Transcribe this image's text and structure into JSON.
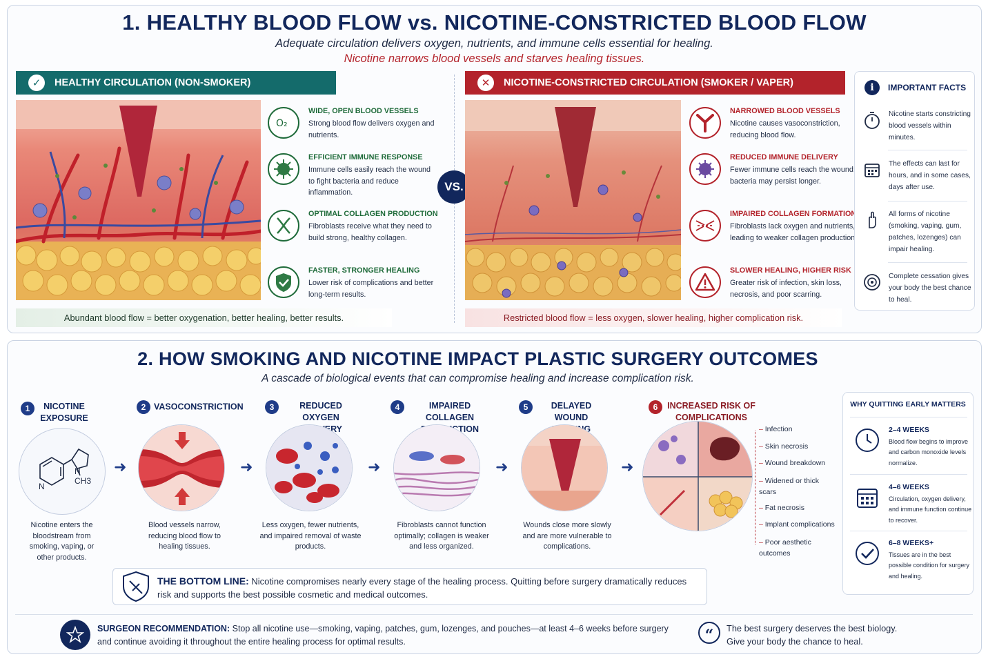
{
  "section1": {
    "title": "1. HEALTHY BLOOD FLOW vs. NICOTINE-CONSTRICTED BLOOD FLOW",
    "subtitle1": "Adequate circulation delivers oxygen, nutrients, and immune cells essential for healing.",
    "subtitle2": "Nicotine narrows blood vessels and starves healing tissues.",
    "vs": "VS.",
    "healthy": {
      "banner": "HEALTHY CIRCULATION (NON-SMOKER)",
      "features": [
        {
          "title": "WIDE, OPEN BLOOD VESSELS",
          "desc": "Strong blood flow delivers oxygen and nutrients."
        },
        {
          "title": "EFFICIENT IMMUNE RESPONSE",
          "desc": "Immune cells easily reach the wound to fight bacteria and reduce inflammation."
        },
        {
          "title": "OPTIMAL COLLAGEN PRODUCTION",
          "desc": "Fibroblasts receive what they need to build strong, healthy collagen."
        },
        {
          "title": "FASTER, STRONGER HEALING",
          "desc": "Lower risk of complications and better long-term results."
        }
      ],
      "footer": "Abundant blood flow = better oxygenation, better healing, better results."
    },
    "nicotine": {
      "banner": "NICOTINE-CONSTRICTED CIRCULATION (SMOKER / VAPER)",
      "features": [
        {
          "title": "NARROWED BLOOD VESSELS",
          "desc": "Nicotine causes vasoconstriction, reducing blood flow."
        },
        {
          "title": "REDUCED IMMUNE DELIVERY",
          "desc": "Fewer immune cells reach the wound; bacteria may persist longer."
        },
        {
          "title": "IMPAIRED COLLAGEN FORMATION",
          "desc": "Fibroblasts lack oxygen and nutrients, leading to weaker collagen production."
        },
        {
          "title": "SLOWER HEALING, HIGHER RISK",
          "desc": "Greater risk of infection, skin loss, necrosis, and poor scarring."
        }
      ],
      "footer": "Restricted blood flow = less oxygen, slower healing, higher complication risk."
    },
    "facts": {
      "title": "IMPORTANT FACTS",
      "items": [
        "Nicotine starts constricting blood vessels within minutes.",
        "The effects can last for hours, and in some cases, days after use.",
        "All forms of nicotine (smoking, vaping, gum, patches, lozenges) can impair healing.",
        "Complete cessation gives your body the best chance to heal."
      ]
    }
  },
  "section2": {
    "title": "2. HOW SMOKING AND NICOTINE IMPACT PLASTIC SURGERY OUTCOMES",
    "subtitle": "A cascade of biological events that can compromise healing and increase complication risk.",
    "steps": [
      {
        "num": "1",
        "title": "NICOTINE EXPOSURE",
        "desc": "Nicotine enters the bloodstream from smoking, vaping, or other products."
      },
      {
        "num": "2",
        "title": "VASOCONSTRICTION",
        "desc": "Blood vessels narrow, reducing blood flow to healing tissues."
      },
      {
        "num": "3",
        "title": "REDUCED OXYGEN DELIVERY",
        "desc": "Less oxygen, fewer nutrients, and impaired removal of waste products."
      },
      {
        "num": "4",
        "title": "IMPAIRED COLLAGEN PRODUCTION",
        "desc": "Fibroblasts cannot function optimally; collagen is weaker and less organized."
      },
      {
        "num": "5",
        "title": "DELAYED WOUND HEALING",
        "desc": "Wounds close more slowly and are more vulnerable to complications."
      },
      {
        "num": "6",
        "title": "INCREASED RISK OF COMPLICATIONS",
        "desc": ""
      }
    ],
    "molecule": {
      "n1": "N",
      "n2": "N",
      "ch3": "CH3"
    },
    "complications": [
      "Infection",
      "Skin necrosis",
      "Wound breakdown",
      "Widened or thick scars",
      "Fat necrosis",
      "Implant complications",
      "Poor aesthetic outcomes"
    ],
    "why": {
      "title": "WHY QUITTING EARLY MATTERS",
      "items": [
        {
          "title": "2–4 WEEKS",
          "desc": "Blood flow begins to improve and carbon monoxide levels normalize."
        },
        {
          "title": "4–6 WEEKS",
          "desc": "Circulation, oxygen delivery, and immune function continue to recover."
        },
        {
          "title": "6–8 WEEKS+",
          "desc": "Tissues are in the best possible condition for surgery and healing."
        }
      ]
    },
    "bottom_line": {
      "label": "THE BOTTOM LINE:",
      "text": "Nicotine compromises nearly every stage of the healing process. Quitting before surgery dramatically reduces risk and supports the best possible cosmetic and medical outcomes."
    },
    "recommendation": {
      "label": "SURGEON RECOMMENDATION:",
      "text": "Stop all nicotine use—smoking, vaping, patches, gum, lozenges, and pouches—at least 4–6 weeks before surgery and continue avoiding it throughout the entire healing process for optimal results."
    },
    "quote": {
      "line1": "The best surgery deserves the best biology.",
      "line2": "Give your body the chance to heal."
    }
  },
  "colors": {
    "navy": "#12275c",
    "teal": "#146b6b",
    "red": "#b3232b",
    "green": "#1f6b3a",
    "blue": "#1f3c88"
  }
}
